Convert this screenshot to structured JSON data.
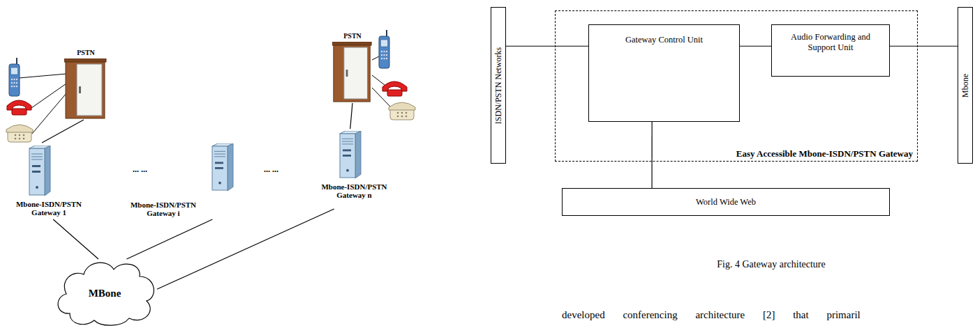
{
  "diagram": {
    "caption": "Fig. 4 Gateway architecture",
    "nodes": [
      {
        "text": [
          "PSTN"
        ]
      },
      {
        "text": [
          "Mbone-ISDN/PSTN Gateway 1"
        ]
      },
      {
        "text": [
          "Mbone-ISDN/PSTN Gateway i"
        ]
      },
      {
        "text": [
          "Mbone-ISDN/PSTN Gateway n"
        ]
      },
      {
        "text": [
          "PSTN"
        ]
      },
      {
        "text": [
          "MBone"
        ]
      },
      {
        "text": [
          "ISDN/PSTN Networks"
        ]
      },
      {
        "text": [
          "Easy Accessible Mbone-ISDN/PSTN Gateway"
        ]
      },
      {
        "text": [
          "Gateway Control Unit"
        ],
        "in": 7
      },
      {
        "text": [
          "Audio Forwarding and Support Unit"
        ],
        "in": 7
      },
      {
        "text": [
          "Mbone"
        ]
      },
      {
        "text": [
          "World Wide Web"
        ]
      }
    ],
    "edges": [
      {
        "from": 0,
        "to": 1,
        "arrow": "none"
      },
      {
        "from": 4,
        "to": 3,
        "arrow": "none"
      },
      {
        "from": 1,
        "to": 5,
        "arrow": "none"
      },
      {
        "from": 2,
        "to": 5,
        "arrow": "none"
      },
      {
        "from": 3,
        "to": 5,
        "arrow": "none"
      },
      {
        "from": 6,
        "to": 8,
        "arrow": "none"
      },
      {
        "from": 8,
        "to": 9,
        "arrow": "none"
      },
      {
        "from": 9,
        "to": 10,
        "arrow": "none"
      },
      {
        "from": 8,
        "to": 11,
        "arrow": "none"
      }
    ],
    "labels": [
      "... ...",
      "... ...",
      "developed conferencing architecture [2] that primaril"
    ]
  }
}
